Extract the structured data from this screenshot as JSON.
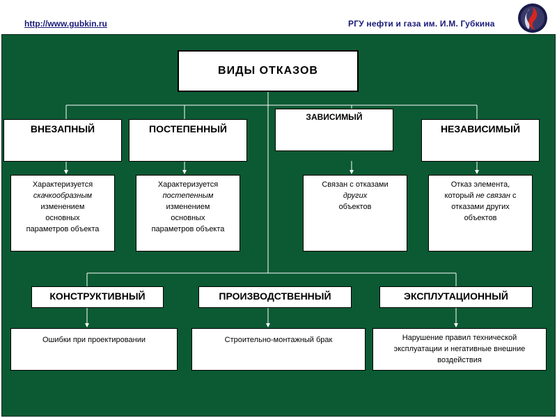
{
  "header": {
    "link": "http://www.gubkin.ru",
    "university": "РГУ нефти и газа им. И.М. Губкина"
  },
  "diagram": {
    "title": "ВИДЫ   ОТКАЗОВ",
    "row1": [
      {
        "label": "ВНЕЗАПНЫЙ",
        "desc_lines": [
          "Характеризуется",
          "скачкообразным",
          "изменением",
          "основных",
          "параметров объекта"
        ]
      },
      {
        "label": "ПОСТЕПЕННЫЙ",
        "desc_lines": [
          "Характеризуется",
          "постепенным",
          "изменением",
          "основных",
          "параметров объекта"
        ]
      },
      {
        "label": "ЗАВИСИМЫЙ",
        "desc_lines": [
          "Связан с отказами",
          "других",
          "объектов"
        ]
      },
      {
        "label": "НЕЗАВИСИМЫЙ",
        "desc_lines": [
          "Отказ элемента,",
          "который не связан с",
          "отказами других",
          "объектов"
        ]
      }
    ],
    "row2": [
      {
        "label": "КОНСТРУКТИВНЫЙ",
        "desc": "Ошибки при проектировании"
      },
      {
        "label": "ПРОИЗВОДСТВЕННЫЙ",
        "desc": "Строительно-монтажный брак"
      },
      {
        "label": "ЭКСПЛУТАЦИОННЫЙ",
        "desc_lines": [
          "Нарушение правил технической",
          "эксплуатации и негативные  внешние",
          "воздействия"
        ]
      }
    ]
  }
}
